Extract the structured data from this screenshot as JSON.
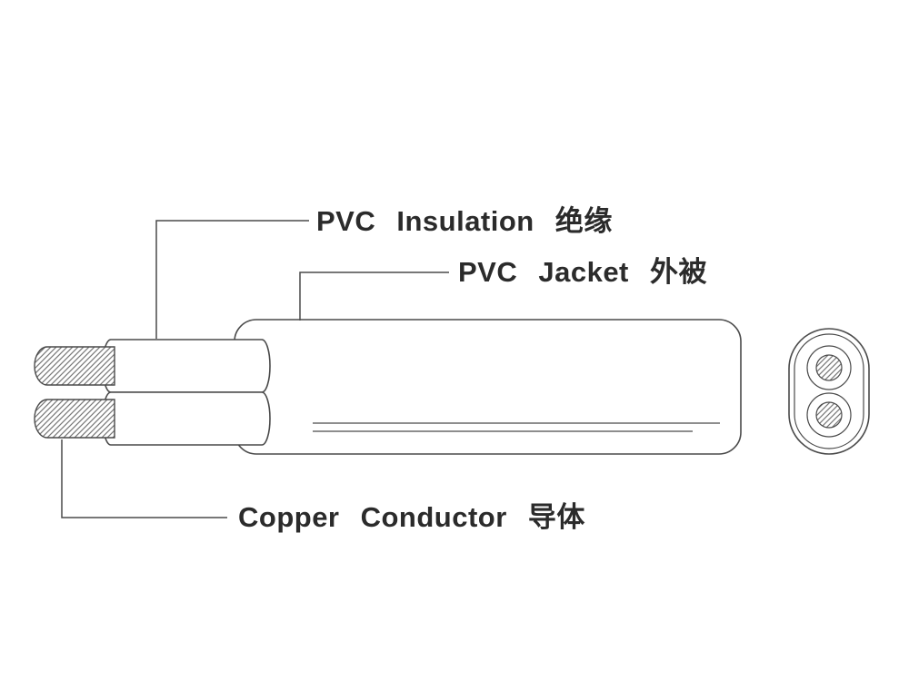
{
  "diagram": {
    "labels": {
      "insulation": "PVC Insulation 绝缘",
      "jacket": "PVC Jacket 外被",
      "conductor": "Copper Conductor 导体"
    },
    "colors": {
      "background": "#ffffff",
      "line": "#4a4a4a",
      "text": "#2b2b2b",
      "hatch": "#777777"
    },
    "parts": {
      "side_view": "flat-cable-side-view",
      "cross_section": "flat-cable-cross-section",
      "conductor_count": 2
    }
  }
}
